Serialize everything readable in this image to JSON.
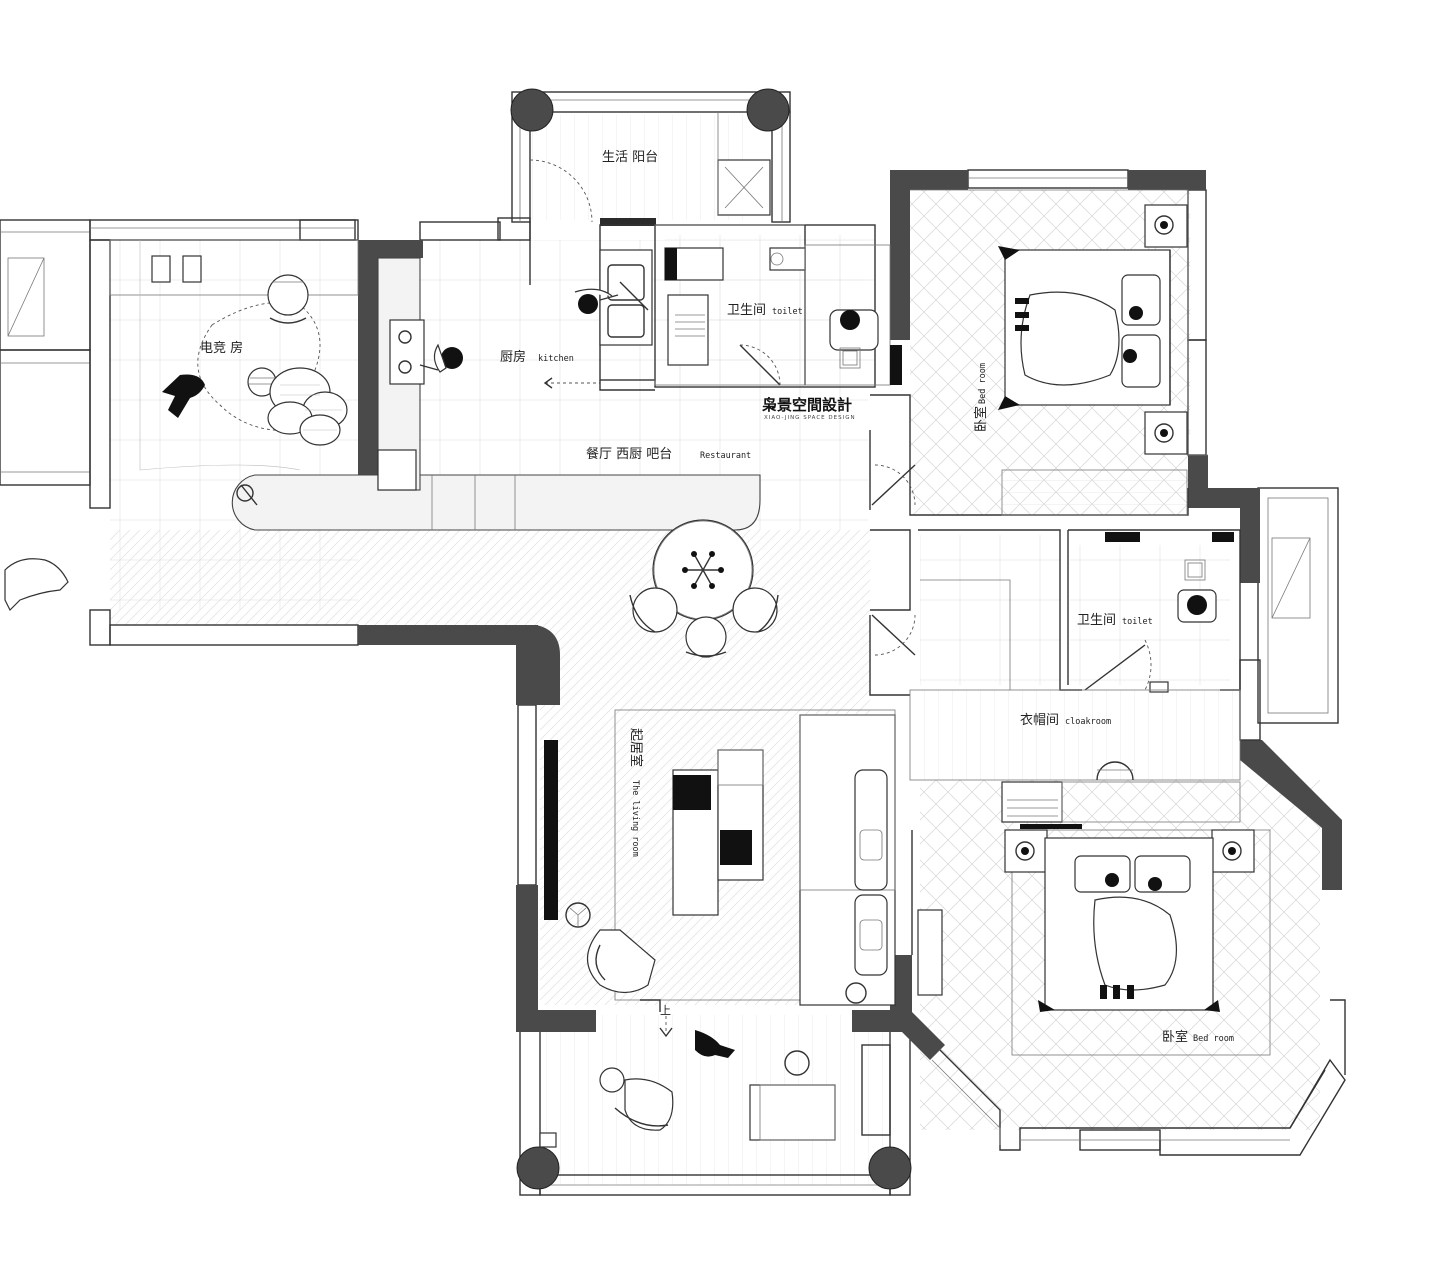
{
  "rooms": {
    "balcony_top": "生活 阳台",
    "gaming_room": "电竞 房",
    "kitchen_cn": "厨房",
    "kitchen_en": "kitchen",
    "toilet1_cn": "卫生间",
    "toilet1_en": "toilet",
    "restaurant_cn": "餐厅 西厨 吧台",
    "restaurant_en": "Restaurant",
    "bedroom1_cn": "卧室",
    "bedroom1_en": "Bed room",
    "toilet2_cn": "卫生间",
    "toilet2_en": "toilet",
    "cloakroom_cn": "衣帽间",
    "cloakroom_en": "cloakroom",
    "living_cn": "起居室",
    "living_en": "The living room",
    "bedroom2_cn": "卧室",
    "bedroom2_en": "Bed room"
  },
  "brand": {
    "name": "枭景空間設計",
    "sub": "XIAO-JING SPACE DESIGN"
  },
  "markers": {
    "step_up": "上"
  },
  "colors": {
    "wall": "#4a4a4a",
    "line": "#333333"
  }
}
